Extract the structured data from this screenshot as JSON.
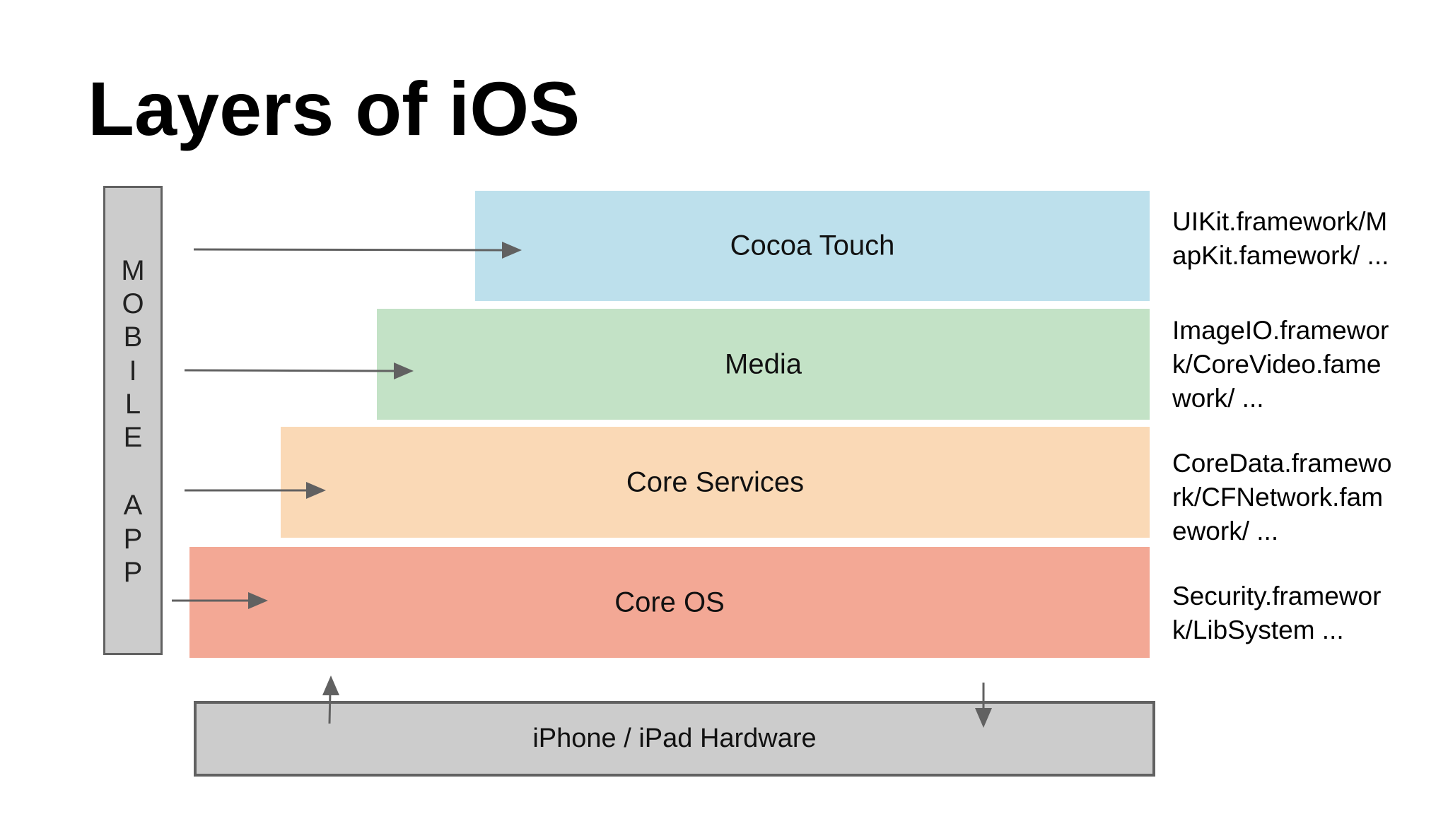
{
  "title": "Layers of iOS",
  "app": {
    "letters": [
      "M",
      "O",
      "B",
      "I",
      "L",
      "E",
      "A",
      "P",
      "P"
    ]
  },
  "layers": [
    {
      "label": "Cocoa Touch",
      "color": "#bde0ec"
    },
    {
      "label": "Media",
      "color": "#c3e2c6"
    },
    {
      "label": "Core Services",
      "color": "#fad9b6"
    },
    {
      "label": "Core OS",
      "color": "#f3a895"
    }
  ],
  "hardware": {
    "label": "iPhone / iPad Hardware"
  },
  "frameworks": [
    {
      "lines": [
        "UIKit.framework/M",
        "apKit.famework/ ..."
      ]
    },
    {
      "lines": [
        "ImageIO.framewor",
        "k/CoreVideo.fame",
        "work/ ..."
      ]
    },
    {
      "lines": [
        "CoreData.framewo",
        "rk/CFNetwork.fam",
        "ework/ ..."
      ]
    },
    {
      "lines": [
        "Security.framewor",
        "k/LibSystem ..."
      ]
    }
  ],
  "colors": {
    "arrow": "#616161",
    "app_bar": "#cccccc",
    "hardware": "#cccccc"
  }
}
